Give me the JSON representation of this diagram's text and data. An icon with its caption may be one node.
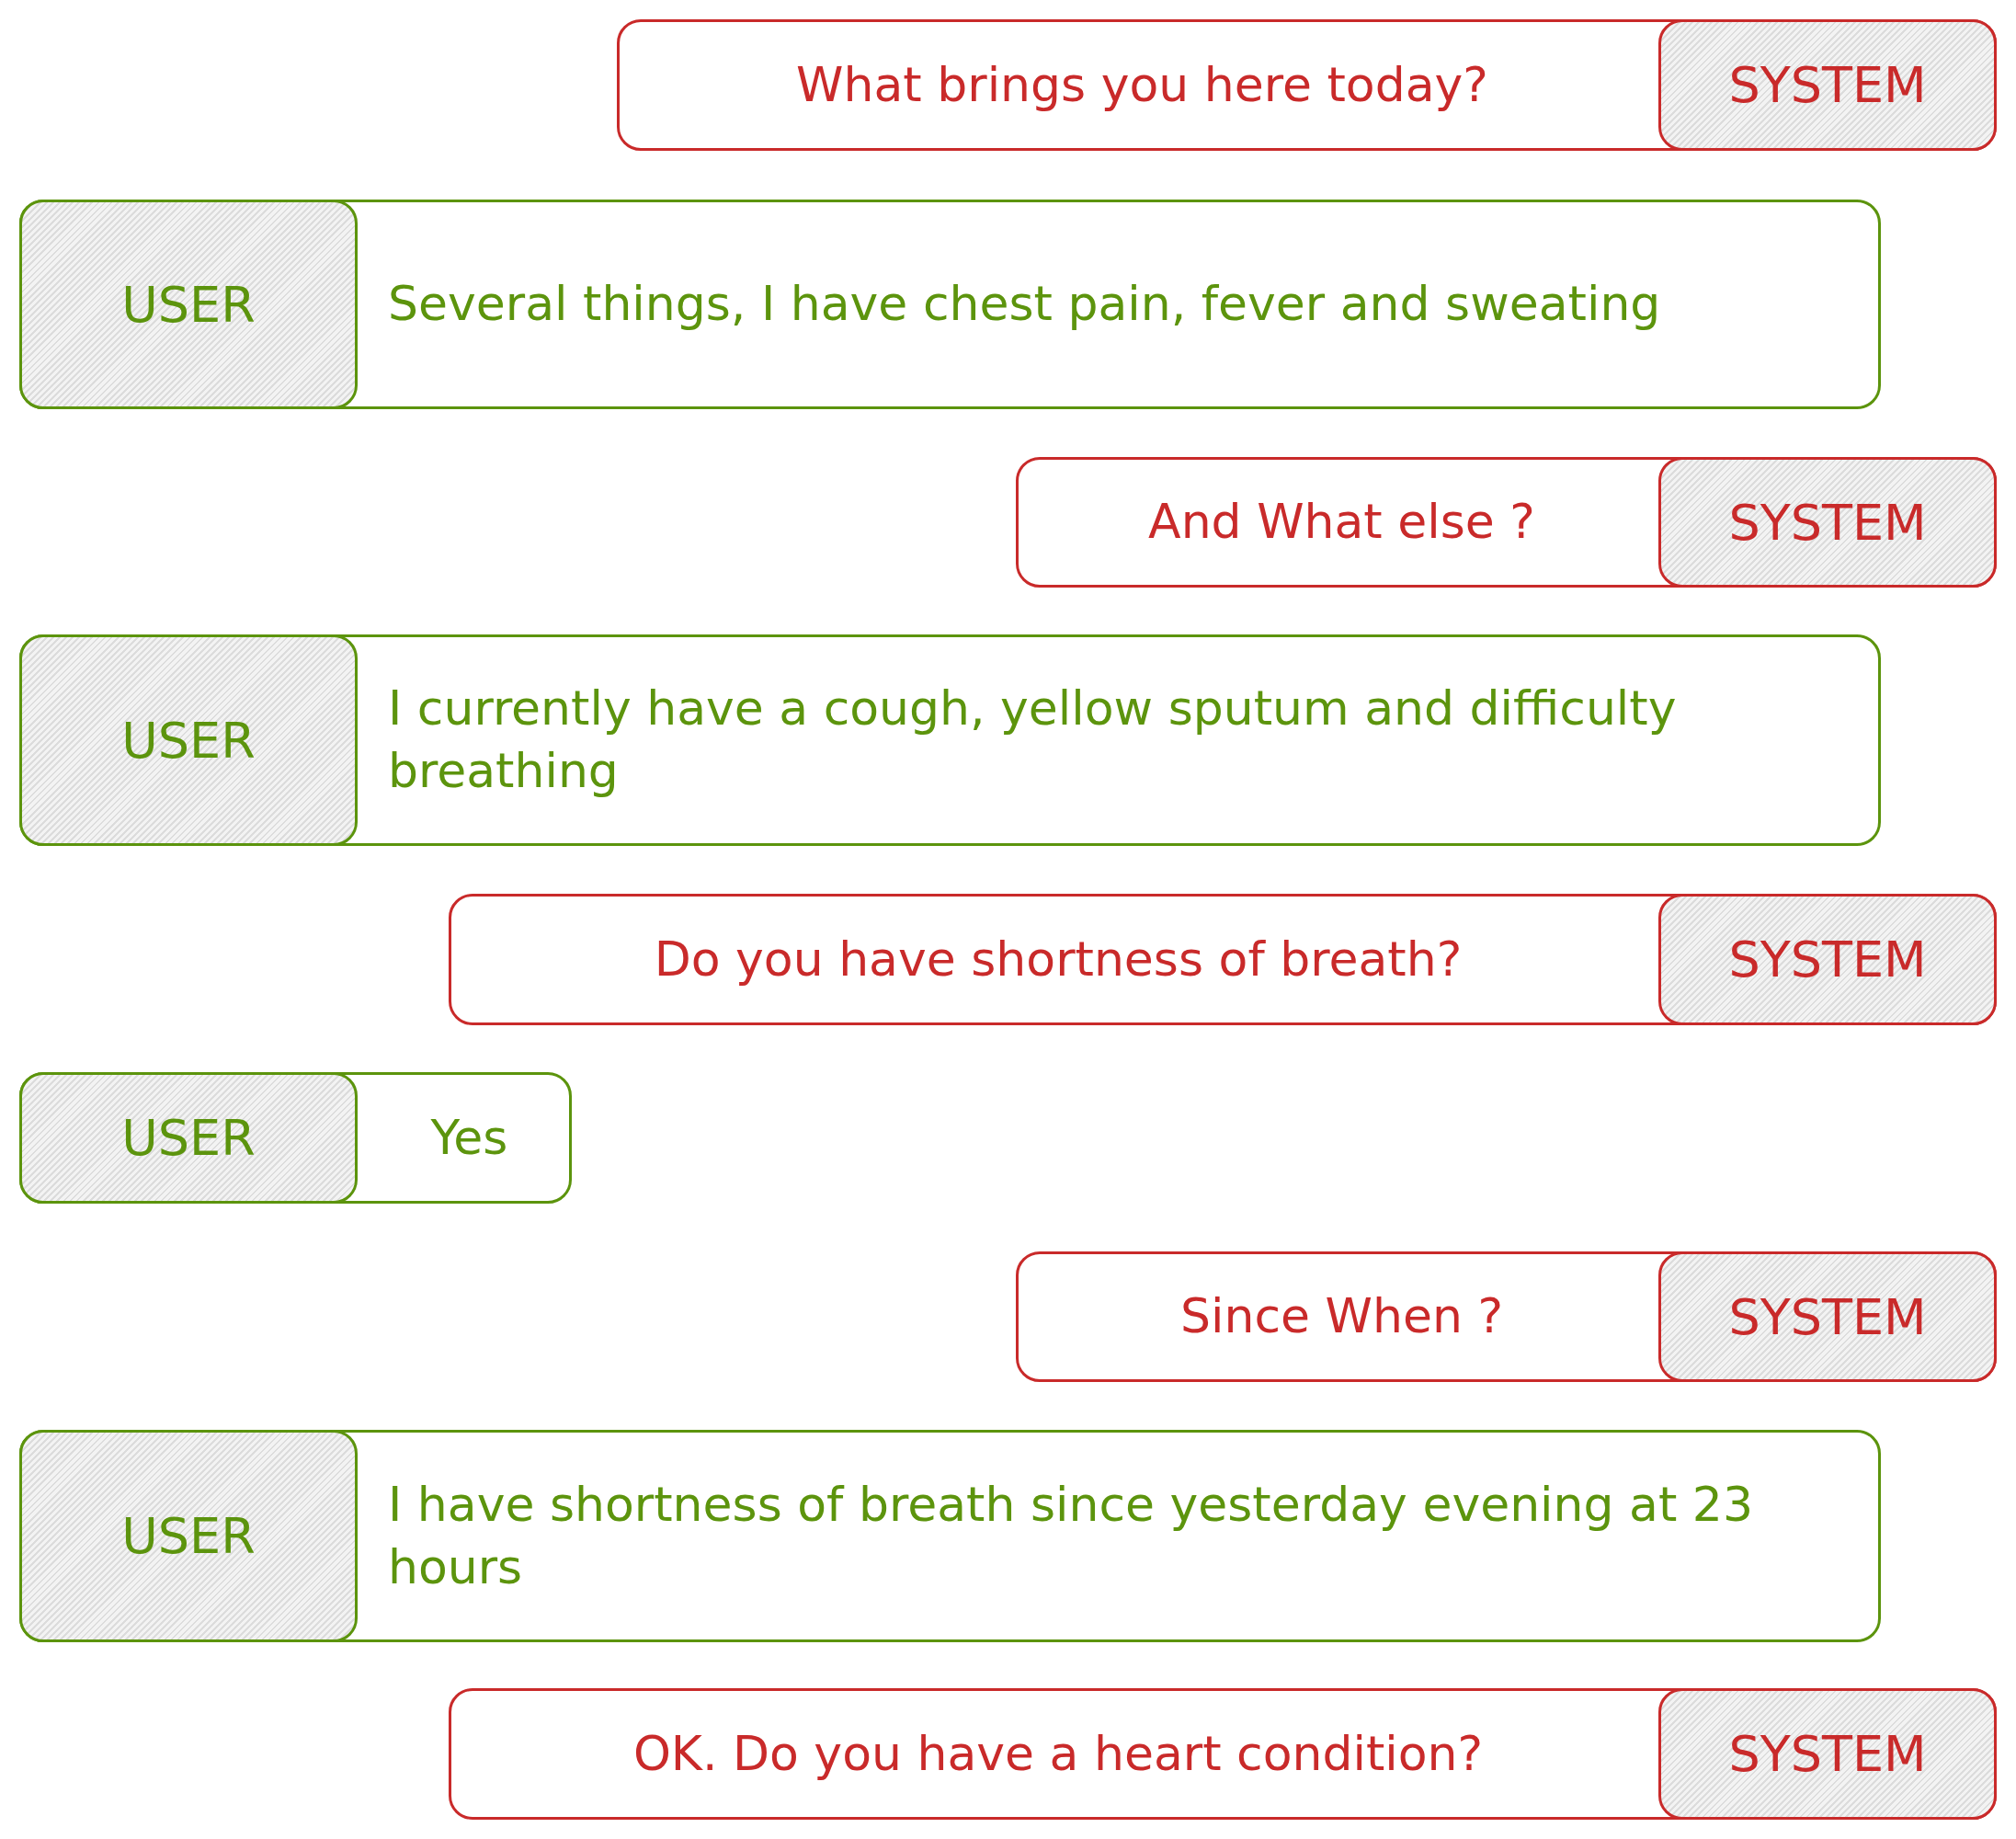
{
  "diagram": {
    "nodes": [
      {
        "text": [
          "What brings you here today?"
        ]
      },
      {
        "text": [
          "SYSTEM"
        ],
        "in": 0
      },
      {
        "text": [
          "Several things, I have chest pain, fever and sweating"
        ]
      },
      {
        "text": [
          "USER"
        ],
        "in": 2
      },
      {
        "text": [
          "And What else ?"
        ]
      },
      {
        "text": [
          "SYSTEM"
        ],
        "in": 4
      },
      {
        "text": [
          "I currently have a cough, yellow sputum and difficulty breathing"
        ]
      },
      {
        "text": [
          "USER"
        ],
        "in": 6
      },
      {
        "text": [
          "Do you have shortness of breath?"
        ]
      },
      {
        "text": [
          "SYSTEM"
        ],
        "in": 8
      },
      {
        "text": [
          "Yes"
        ]
      },
      {
        "text": [
          "USER"
        ],
        "in": 10
      },
      {
        "text": [
          "Since When ?"
        ]
      },
      {
        "text": [
          "SYSTEM"
        ],
        "in": 12
      },
      {
        "text": [
          "I have shortness of breath since yesterday evening at 23 hours"
        ]
      },
      {
        "text": [
          "USER"
        ],
        "in": 14
      },
      {
        "text": [
          "OK. Do you have a heart condition?"
        ]
      },
      {
        "text": [
          "SYSTEM"
        ],
        "in": 16
      }
    ]
  }
}
